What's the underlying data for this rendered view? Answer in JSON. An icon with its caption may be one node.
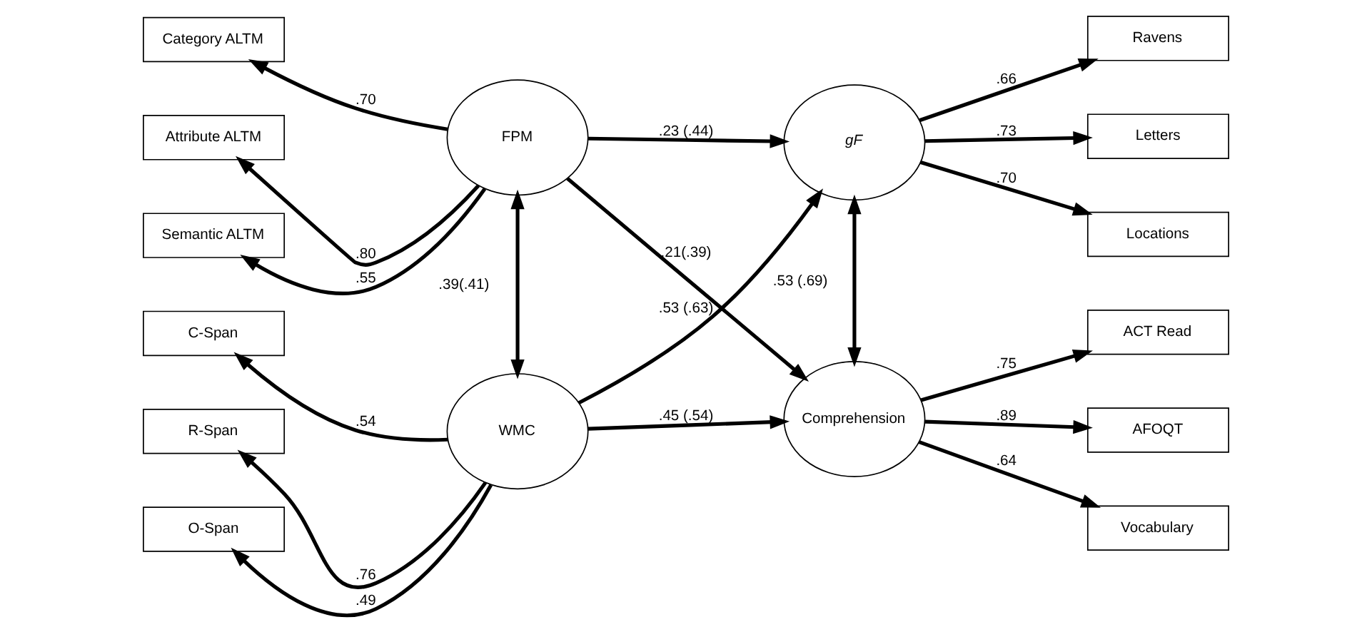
{
  "diagram": {
    "nodes": [
      {
        "text": [
          "Category ALTM"
        ]
      },
      {
        "text": [
          "Attribute ALTM"
        ]
      },
      {
        "text": [
          "Semantic ALTM"
        ]
      },
      {
        "text": [
          "FPM"
        ]
      },
      {
        "text": [
          "gF"
        ]
      },
      {
        "text": [
          "Ravens"
        ]
      },
      {
        "text": [
          "Letters"
        ]
      },
      {
        "text": [
          "Locations"
        ]
      },
      {
        "text": [
          "C-Span"
        ]
      },
      {
        "text": [
          "R-Span"
        ]
      },
      {
        "text": [
          "O-Span"
        ]
      },
      {
        "text": [
          "WMC"
        ]
      },
      {
        "text": [
          "Comprehension"
        ]
      },
      {
        "text": [
          "ACT Read"
        ]
      },
      {
        "text": [
          "AFOQT"
        ]
      },
      {
        "text": [
          "Vocabulary"
        ]
      }
    ],
    "edges": [
      {
        "from": 3,
        "to": 0,
        "arrow": "to",
        "label": ".70"
      },
      {
        "from": 3,
        "to": 1,
        "arrow": "to",
        "label": ".80"
      },
      {
        "from": 3,
        "to": 2,
        "arrow": "to",
        "label": ".55"
      },
      {
        "from": 3,
        "to": 4,
        "arrow": "to",
        "label": ".23 (.44)"
      },
      {
        "from": 4,
        "to": 5,
        "arrow": "to",
        "label": ".66"
      },
      {
        "from": 4,
        "to": 6,
        "arrow": "to",
        "label": ".73"
      },
      {
        "from": 4,
        "to": 7,
        "arrow": "to",
        "label": ".70"
      },
      {
        "from": 11,
        "to": 4,
        "arrow": "to",
        "label": ".53 (.63)"
      },
      {
        "from": 3,
        "to": 11,
        "arrow": "both",
        "label": ".39(.41)"
      },
      {
        "from": 3,
        "to": 12,
        "arrow": "to",
        "label": ".21(.39)"
      },
      {
        "from": 4,
        "to": 12,
        "arrow": "both",
        "label": ".53 (.69)"
      },
      {
        "from": 11,
        "to": 8,
        "arrow": "to",
        "label": ".54"
      },
      {
        "from": 11,
        "to": 9,
        "arrow": "to",
        "label": ".76"
      },
      {
        "from": 11,
        "to": 10,
        "arrow": "to",
        "label": ".49"
      },
      {
        "from": 11,
        "to": 12,
        "arrow": "to",
        "label": ".45 (.54)"
      },
      {
        "from": 12,
        "to": 13,
        "arrow": "to",
        "label": ".75"
      },
      {
        "from": 12,
        "to": 14,
        "arrow": "to",
        "label": ".89"
      },
      {
        "from": 12,
        "to": 15,
        "arrow": "to",
        "label": ".64"
      }
    ]
  }
}
